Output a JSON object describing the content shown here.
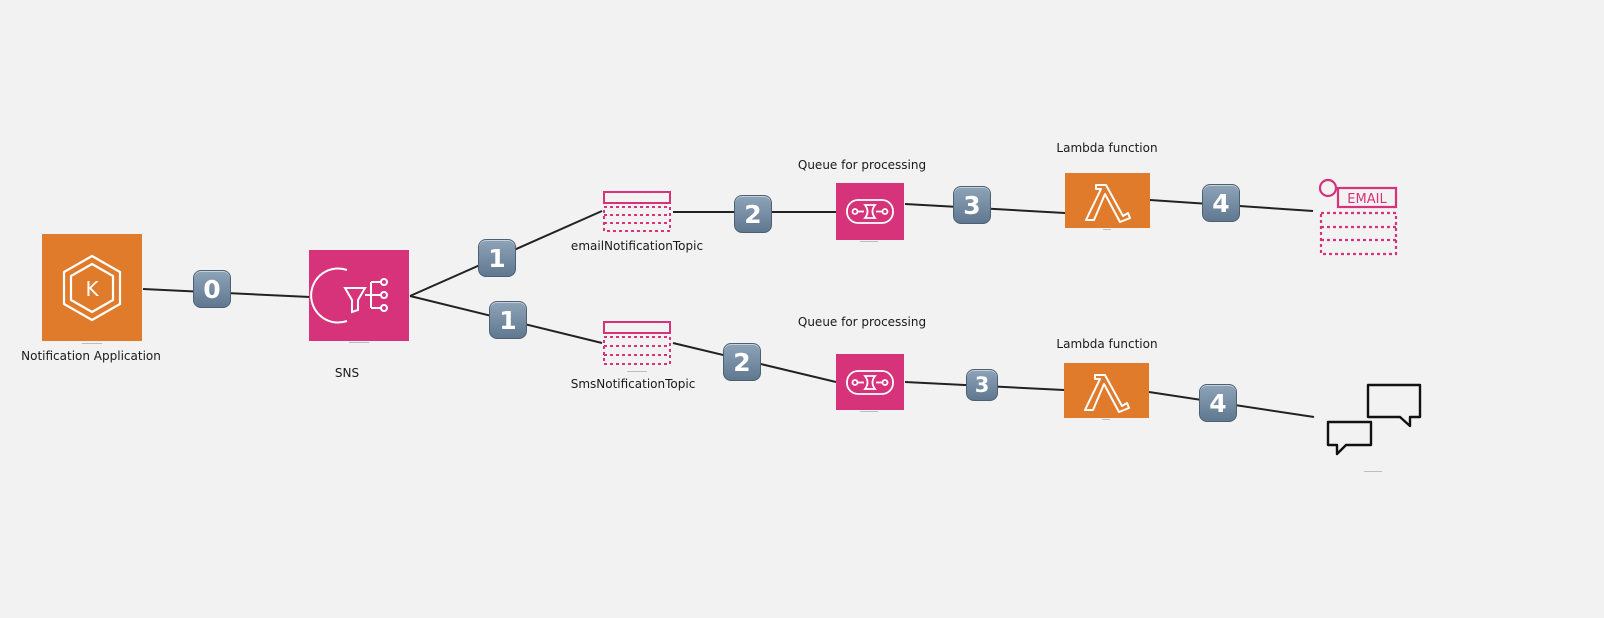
{
  "colors": {
    "orange": "#e07b2b",
    "pink": "#d6337b",
    "badge": "#6f87a0",
    "line": "#222222"
  },
  "nodes": {
    "app": {
      "label": "Notification Application",
      "icon": "kubernetes-icon"
    },
    "sns": {
      "label": "SNS",
      "icon": "sns-icon"
    },
    "email_topic": {
      "label": "emailNotificationTopic",
      "icon": "topic-icon"
    },
    "sms_topic": {
      "label": "SmsNotificationTopic",
      "icon": "topic-icon"
    },
    "queue_email": {
      "label": "Queue for processing",
      "icon": "sqs-queue-icon"
    },
    "queue_sms": {
      "label": "Queue for processing",
      "icon": "sqs-queue-icon"
    },
    "lambda_email": {
      "label": "Lambda function",
      "icon": "lambda-icon"
    },
    "lambda_sms": {
      "label": "Lambda function",
      "icon": "lambda-icon"
    },
    "email_target": {
      "text": "EMAIL",
      "icon": "email-icon"
    },
    "sms_target": {
      "icon": "chat-bubbles-icon"
    }
  },
  "badges": {
    "b0": "0",
    "b1_email": "1",
    "b1_sms": "1",
    "b2_email": "2",
    "b2_sms": "2",
    "b3_email": "3",
    "b3_sms": "3",
    "b4_email": "4",
    "b4_sms": "4"
  }
}
